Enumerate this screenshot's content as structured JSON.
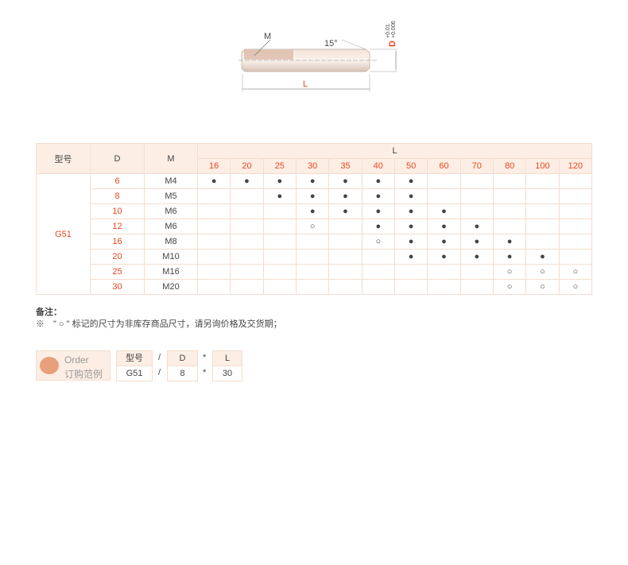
{
  "drawing": {
    "label_m": "M",
    "label_angle": "15°",
    "label_d": "D",
    "tol_upper": "+0.01",
    "tol_lower": "+0.006",
    "label_l": "L"
  },
  "table": {
    "headers": {
      "type": "型号",
      "d": "D",
      "m": "M",
      "l": "L"
    },
    "l_values": [
      "16",
      "20",
      "25",
      "30",
      "35",
      "40",
      "50",
      "60",
      "70",
      "80",
      "100",
      "120"
    ],
    "model": "G51",
    "rows": [
      {
        "d": "6",
        "m": "M4",
        "marks": [
          "●",
          "●",
          "●",
          "●",
          "●",
          "●",
          "●",
          "",
          "",
          "",
          "",
          ""
        ]
      },
      {
        "d": "8",
        "m": "M5",
        "marks": [
          "",
          "",
          "●",
          "●",
          "●",
          "●",
          "●",
          "",
          "",
          "",
          "",
          ""
        ]
      },
      {
        "d": "10",
        "m": "M6",
        "marks": [
          "",
          "",
          "",
          "●",
          "●",
          "●",
          "●",
          "●",
          "",
          "",
          "",
          ""
        ]
      },
      {
        "d": "12",
        "m": "M6",
        "marks": [
          "",
          "",
          "",
          "○",
          "",
          "●",
          "●",
          "●",
          "●",
          "",
          "",
          ""
        ]
      },
      {
        "d": "16",
        "m": "M8",
        "marks": [
          "",
          "",
          "",
          "",
          "",
          "○",
          "●",
          "●",
          "●",
          "●",
          "",
          ""
        ]
      },
      {
        "d": "20",
        "m": "M10",
        "marks": [
          "",
          "",
          "",
          "",
          "",
          "",
          "●",
          "●",
          "●",
          "●",
          "●",
          ""
        ]
      },
      {
        "d": "25",
        "m": "M16",
        "marks": [
          "",
          "",
          "",
          "",
          "",
          "",
          "",
          "",
          "",
          "○",
          "○",
          "○"
        ]
      },
      {
        "d": "30",
        "m": "M20",
        "marks": [
          "",
          "",
          "",
          "",
          "",
          "",
          "",
          "",
          "",
          "○",
          "○",
          "○"
        ]
      }
    ]
  },
  "notes": {
    "title": "备注：",
    "line": "※　\" ○ \" 标记的尺寸为非库存商品尺寸，请另询价格及交货期；"
  },
  "order": {
    "title_en": "Order",
    "title_cn": "订购范例",
    "h_type": "型号",
    "h_d": "D",
    "h_l": "L",
    "v_type": "G51",
    "v_d": "8",
    "v_l": "30",
    "sep1": "/",
    "sep2": "*"
  }
}
